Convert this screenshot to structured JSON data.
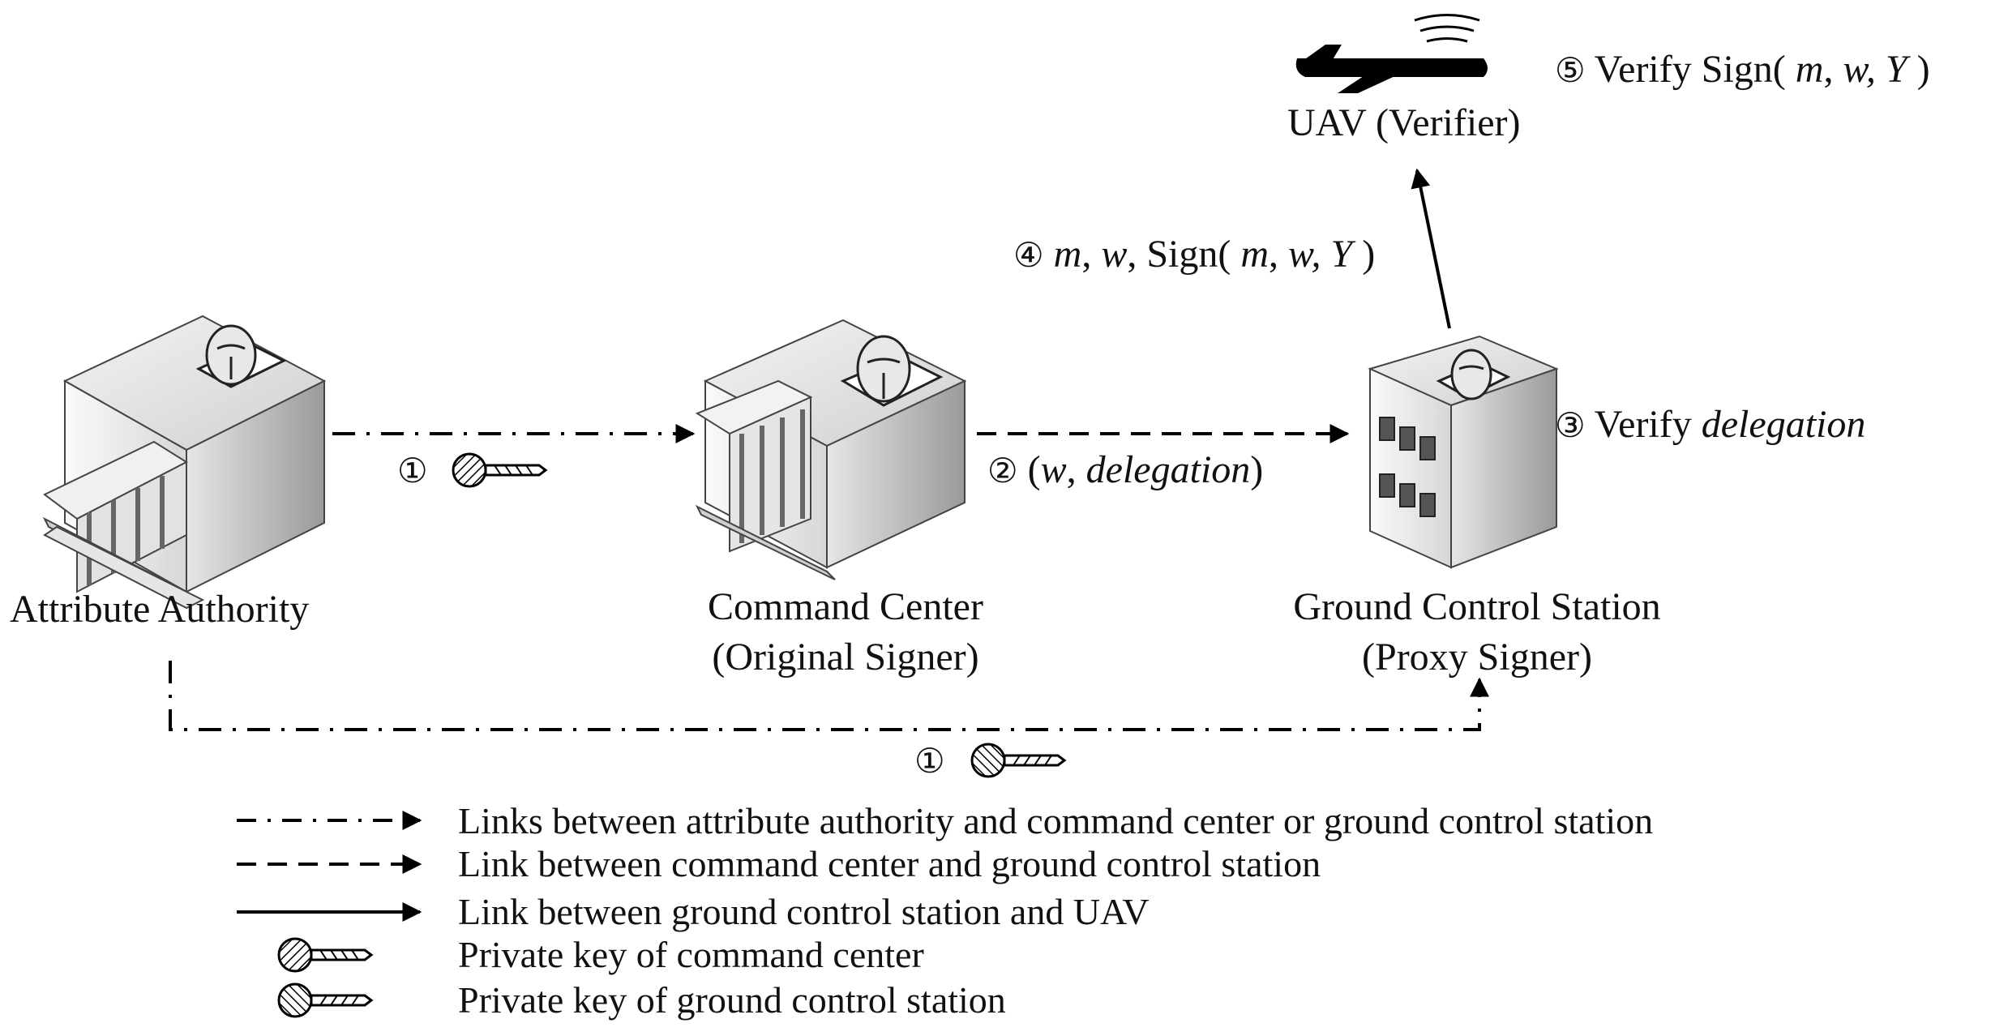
{
  "nodes": {
    "attribute_authority": {
      "label": "Attribute Authority"
    },
    "command_center": {
      "line1": "Command Center",
      "line2": "(Original Signer)"
    },
    "ground_station": {
      "line1": "Ground Control Station",
      "line2": "(Proxy Signer)"
    },
    "uav": {
      "label": "UAV (Verifier)"
    }
  },
  "steps": {
    "s1_top": {
      "num": "①"
    },
    "s1_bottom": {
      "num": "①"
    },
    "s2": {
      "num": "②",
      "open": "(",
      "w": "w",
      "comma": ", ",
      "delegation": "delegation",
      "close": ")"
    },
    "s3": {
      "num": "③",
      "verify": "Verify ",
      "delegation": "delegation"
    },
    "s4": {
      "num": "④",
      "m": "m",
      "c1": ", ",
      "w": "w",
      "c2": ", Sign( ",
      "m2": "m",
      "c3": ", ",
      "w2": "w,",
      "sp": " ",
      "Y": "Y",
      "close": " )"
    },
    "s5": {
      "num": "⑤",
      "verify": "Verify Sign( ",
      "m": "m",
      "c1": ", ",
      "w": "w,",
      "sp": " ",
      "Y": "Y",
      "close": " )"
    }
  },
  "legend": [
    {
      "type": "dash-dot",
      "text": "Links between attribute authority and command center or ground control station"
    },
    {
      "type": "dashed",
      "text": "Link between command center and  ground control station"
    },
    {
      "type": "solid",
      "text": "Link between ground control station and UAV"
    },
    {
      "type": "key-command",
      "text": "Private key of command center"
    },
    {
      "type": "key-ground",
      "text": "Private key of ground control station"
    }
  ]
}
